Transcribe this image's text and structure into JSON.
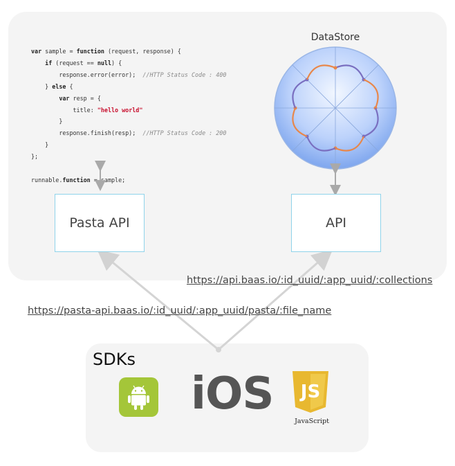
{
  "code": {
    "lines": [
      [
        {
          "t": "var",
          "c": "kw"
        },
        {
          "t": " sample = "
        },
        {
          "t": "function",
          "c": "kw"
        },
        {
          "t": " (request, response) {"
        }
      ],
      [
        {
          "t": "    "
        },
        {
          "t": "if",
          "c": "kw"
        },
        {
          "t": " (request == "
        },
        {
          "t": "null",
          "c": "kw"
        },
        {
          "t": ") {"
        }
      ],
      [
        {
          "t": "        response.error(error);  "
        },
        {
          "t": "//HTTP Status Code : 400",
          "c": "cm"
        }
      ],
      [
        {
          "t": "    } "
        },
        {
          "t": "else",
          "c": "kw"
        },
        {
          "t": " {"
        }
      ],
      [
        {
          "t": "        "
        },
        {
          "t": "var",
          "c": "kw"
        },
        {
          "t": " resp = {"
        }
      ],
      [
        {
          "t": "            title: "
        },
        {
          "t": "\"hello world\"",
          "c": "str"
        }
      ],
      [
        {
          "t": "        }"
        }
      ],
      [
        {
          "t": "        response.finish(resp);  "
        },
        {
          "t": "//HTTP Status Code : 200",
          "c": "cm"
        }
      ],
      [
        {
          "t": "    }"
        }
      ],
      [
        {
          "t": "};"
        }
      ],
      [
        {
          "t": ""
        }
      ],
      [
        {
          "t": "runnable."
        },
        {
          "t": "function",
          "c": "kw"
        },
        {
          "t": " = sample;"
        }
      ]
    ]
  },
  "datastore": {
    "label": "DataStore"
  },
  "boxes": {
    "pasta_api": "Pasta API",
    "api": "API"
  },
  "urls": {
    "api": "https://api.baas.io/:id_uuid/:app_uuid/:collections",
    "pasta": "https://pasta-api.baas.io/:id_uuid/:app_uuid/pasta/:file_name"
  },
  "sdks": {
    "title": "SDKs",
    "ios": "iOS",
    "js_badge": "JS",
    "js_caption": "JavaScript"
  },
  "colors": {
    "box_border": "#8fd3ea",
    "sphere_light": "#eaf2ff",
    "sphere_dark": "#7ea6ee",
    "arrow_purple": "#7a6fc0",
    "arrow_orange": "#e8874a",
    "android_green": "#a4c639",
    "js_yellow": "#e8b830",
    "connector_gray": "#cfcfcf"
  },
  "icons": [
    "android-icon",
    "ios-logo",
    "javascript-icon",
    "double-arrow-icon"
  ]
}
